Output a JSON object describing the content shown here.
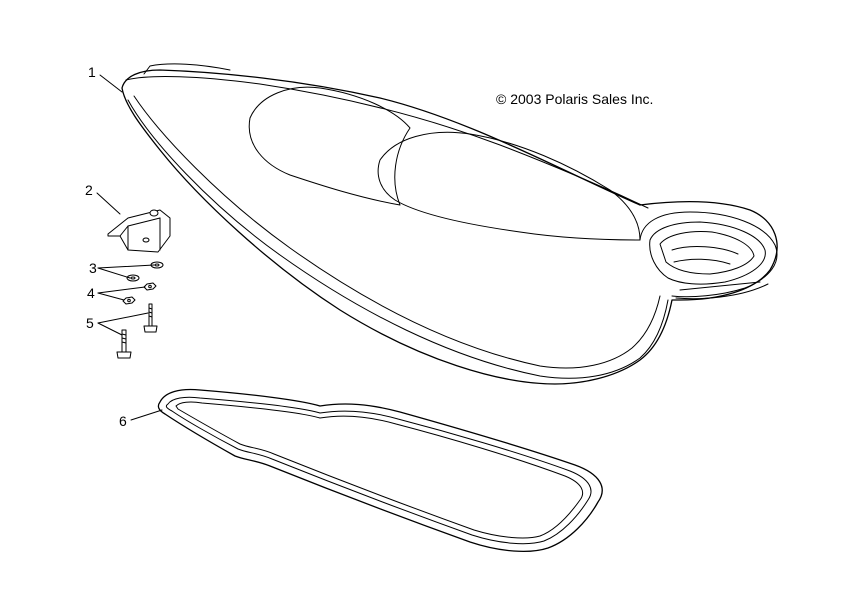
{
  "copyright": "© 2003 Polaris Sales Inc.",
  "callouts": [
    {
      "number": "1",
      "part": "seat"
    },
    {
      "number": "2",
      "part": "bracket"
    },
    {
      "number": "3",
      "part": "washer"
    },
    {
      "number": "4",
      "part": "nut"
    },
    {
      "number": "5",
      "part": "bolt"
    },
    {
      "number": "6",
      "part": "seal"
    }
  ]
}
